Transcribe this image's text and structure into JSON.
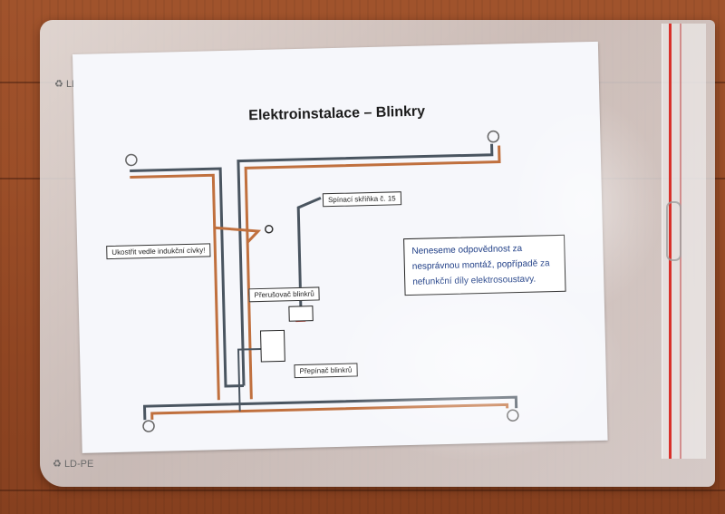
{
  "sheet": {
    "title": "Elektroinstalace – Blinkry",
    "labels": {
      "ground_note": "Ukostřit vedle indukční cívky!",
      "ignition": "Spínací skříňka č. 15",
      "interrupter": "Přerušovač blinkrů",
      "switch": "Přepínač blinkrů"
    },
    "warning": "Neneseme odpovědnost za nesprávnou montáž, popřípadě za nefunkční díly elektrosoustavy."
  },
  "bag": {
    "recycle_top": "LD-PE",
    "recycle_bottom": "LD-PE"
  },
  "colors": {
    "wire_brown": "#c0703e",
    "wire_gray": "#4a5560",
    "wire_red": "#d23a2a",
    "zipper_red": "#d8302a",
    "floor": "#9b4e28"
  }
}
